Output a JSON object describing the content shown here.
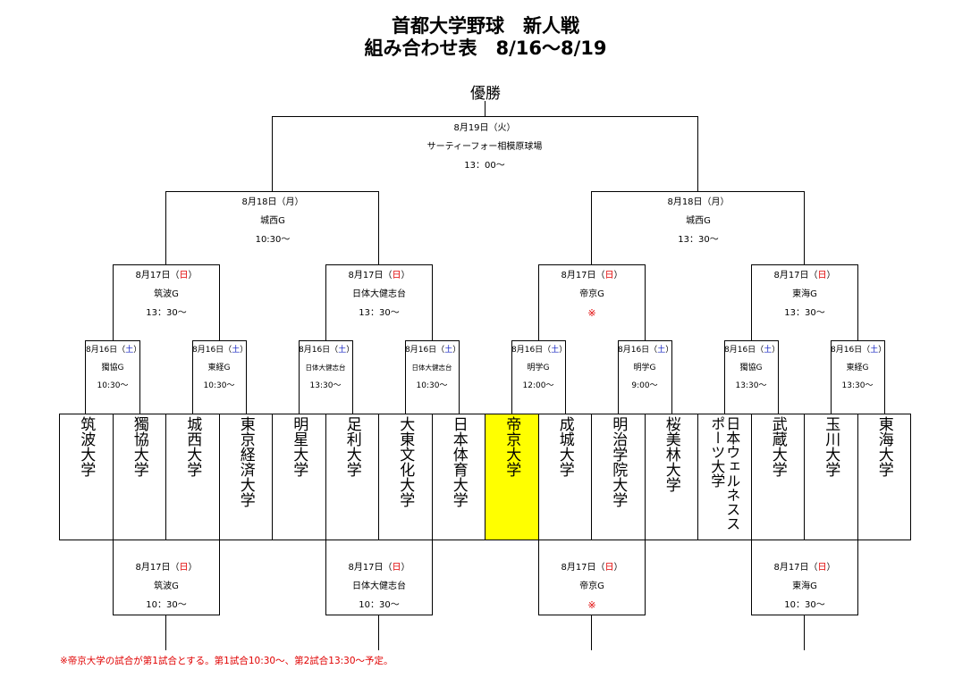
{
  "title_line1": "首都大学野球　新人戦",
  "title_line2": "組み合わせ表　8/16〜8/19",
  "champion_label": "優勝",
  "final": {
    "date": "8月19日（火）",
    "venue": "サーティーフォー相模原球場",
    "time": "13：00〜"
  },
  "semis": [
    {
      "date": "8月18日（月）",
      "venue": "城西G",
      "time": "10:30〜"
    },
    {
      "date": "8月18日（月）",
      "venue": "城西G",
      "time": "13：30〜"
    }
  ],
  "quarters": [
    {
      "date_prefix": "8月17日（",
      "day": "日",
      "date_suffix": "）",
      "venue": "筑波G",
      "time": "13：30〜"
    },
    {
      "date_prefix": "8月17日（",
      "day": "日",
      "date_suffix": "）",
      "venue": "日体大健志台",
      "time": "13：30〜"
    },
    {
      "date_prefix": "8月17日（",
      "day": "日",
      "date_suffix": "）",
      "venue": "帝京G",
      "time": "※"
    },
    {
      "date_prefix": "8月17日（",
      "day": "日",
      "date_suffix": "）",
      "venue": "東海G",
      "time": "13：30〜"
    }
  ],
  "round2": [
    {
      "date_prefix": "8月16日（",
      "day": "土",
      "date_suffix": "）",
      "venue": "獨協G",
      "time": "10:30〜"
    },
    {
      "date_prefix": "8月16日（",
      "day": "土",
      "date_suffix": "）",
      "venue": "東経G",
      "time": "10:30〜"
    },
    {
      "date_prefix": "8月16日（",
      "day": "土",
      "date_suffix": "）",
      "venue": "日体大健志台",
      "time": "13:30〜"
    },
    {
      "date_prefix": "8月16日（",
      "day": "土",
      "date_suffix": "）",
      "venue": "日体大健志台",
      "time": "10:30〜"
    },
    {
      "date_prefix": "8月16日（",
      "day": "土",
      "date_suffix": "）",
      "venue": "明学G",
      "time": "12:00〜"
    },
    {
      "date_prefix": "8月16日（",
      "day": "土",
      "date_suffix": "）",
      "venue": "明学G",
      "time": "9:00〜"
    },
    {
      "date_prefix": "8月16日（",
      "day": "土",
      "date_suffix": "）",
      "venue": "獨協G",
      "time": "13:30〜"
    },
    {
      "date_prefix": "8月16日（",
      "day": "土",
      "date_suffix": "）",
      "venue": "東経G",
      "time": "13:30〜"
    }
  ],
  "round1": [
    {
      "date_prefix": "8月17日（",
      "day": "日",
      "date_suffix": "）",
      "venue": "筑波G",
      "time": "10：30〜"
    },
    {
      "date_prefix": "8月17日（",
      "day": "日",
      "date_suffix": "）",
      "venue": "日体大健志台",
      "time": "10：30〜"
    },
    {
      "date_prefix": "8月17日（",
      "day": "日",
      "date_suffix": "）",
      "venue": "帝京G",
      "time": "※"
    },
    {
      "date_prefix": "8月17日（",
      "day": "日",
      "date_suffix": "）",
      "venue": "東海G",
      "time": "10：30〜"
    }
  ],
  "teams": [
    {
      "name": "筑波大学"
    },
    {
      "name": "獨協大学"
    },
    {
      "name": "城西大学"
    },
    {
      "name": "東京経済大学"
    },
    {
      "name": "明星大学"
    },
    {
      "name": "足利大学"
    },
    {
      "name": "大東文化大学"
    },
    {
      "name": "日本体育大学"
    },
    {
      "name": "帝京大学",
      "highlight": true
    },
    {
      "name": "成城大学"
    },
    {
      "name": "明治学院大学"
    },
    {
      "name": "桜美林大学"
    },
    {
      "name": "日本ウェルネススポーツ大学"
    },
    {
      "name": "武蔵大学"
    },
    {
      "name": "玉川大学"
    },
    {
      "name": "東海大学"
    }
  ],
  "note": "※帝京大学の試合が第1試合とする。第1試合10:30〜、第2試合13:30〜予定。",
  "colors": {
    "sunday": "#e00000",
    "saturday": "#1020c0",
    "highlight": "#ffff00"
  }
}
